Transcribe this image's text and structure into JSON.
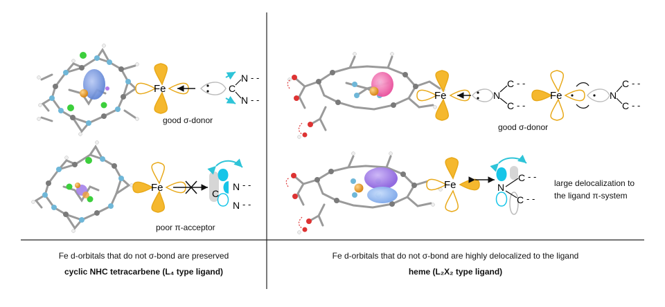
{
  "labels": {
    "fe": "Fe",
    "carbon": "C",
    "nitrogen": "N",
    "dashes": "- -",
    "good_sigma_left": "good σ-donor",
    "poor_pi": "poor π-acceptor",
    "good_sigma_right": "good σ-donor",
    "deloc_line1": "large delocalization to",
    "deloc_line2": "the ligand π-system"
  },
  "bottom": {
    "left_line1": "Fe d-orbitals that do not  σ-bond are preserved",
    "left_line2": "cyclic NHC tetracarbene (L₄ type ligand)",
    "right_line1": "Fe d-orbitals that do not σ-bond are highly delocalized to the ligand",
    "right_line2": "heme (L₂X₂ type ligand)"
  },
  "colors": {
    "orbital_gold": "#f5b82e",
    "orbital_outline": "#e8a91a",
    "lone_pair_gray": "#c8c8c8",
    "pi_cyan": "#16c5e8",
    "arrow_cyan": "#2ec4d8",
    "carbon_gray": "#8a8a8a",
    "nitrogen_blue": "#6fb7d8",
    "iron_orange": "#f0a23a",
    "green_atom": "#3ccf3c",
    "blue_lobe": "#6f95e0",
    "pink_lobe": "#f46ab0",
    "purple_lobe": "#a07ae8",
    "oxygen_red": "#d33"
  }
}
